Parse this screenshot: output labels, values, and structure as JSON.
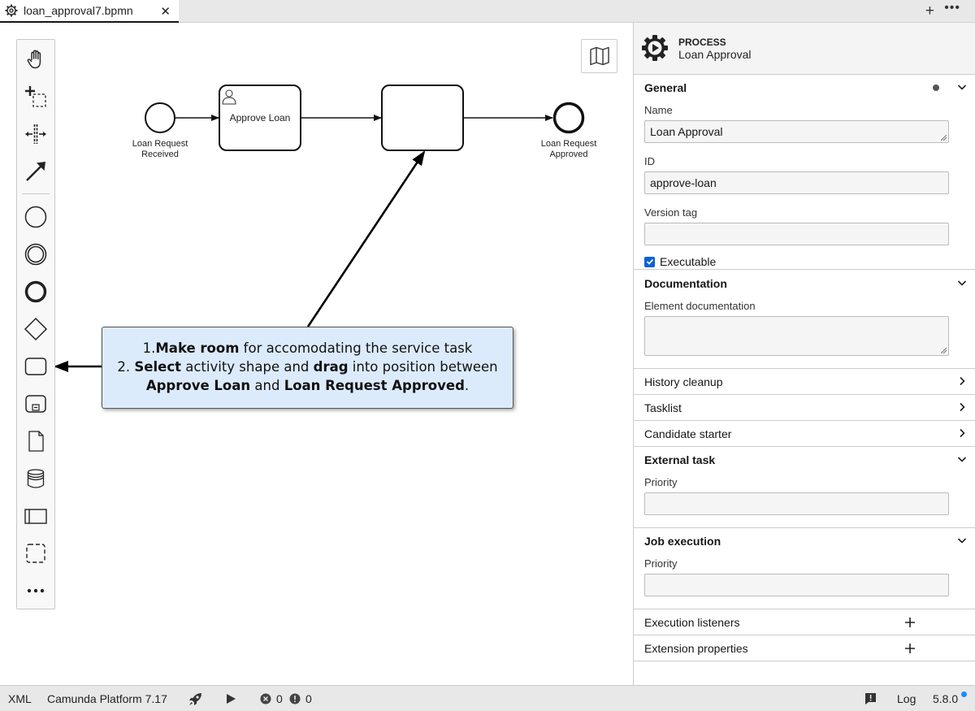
{
  "tab": {
    "filename": "loan_approval7.bpmn",
    "close_symbol": "✕"
  },
  "tabbar": {
    "new_tab_symbol": "+",
    "more_symbol": "•••"
  },
  "diagram": {
    "start_event_label_line1": "Loan Request",
    "start_event_label_line2": "Received",
    "user_task_label": "Approve Loan",
    "end_event_label_line1": "Loan Request",
    "end_event_label_line2": "Approved"
  },
  "callout": {
    "line1_prefix": "1.",
    "line1_bold": "Make room",
    "line1_rest": " for accomodating the service task",
    "line2_prefix": "2. ",
    "line2_bold1": "Select",
    "line2_mid": " activity shape and ",
    "line2_bold2": "drag",
    "line2_rest": " into position between",
    "line3_bold1": "Approve Loan",
    "line3_mid": " and ",
    "line3_bold2": "Loan Request Approved",
    "line3_end": "."
  },
  "properties": {
    "element_type": "PROCESS",
    "element_name": "Loan Approval",
    "general": {
      "title": "General",
      "name_label": "Name",
      "name_value": "Loan Approval",
      "id_label": "ID",
      "id_value": "approve-loan",
      "version_tag_label": "Version tag",
      "version_tag_value": "",
      "executable_label": "Executable"
    },
    "documentation": {
      "title": "Documentation",
      "element_documentation_label": "Element documentation"
    },
    "history_cleanup": "History cleanup",
    "tasklist": "Tasklist",
    "candidate_starter": "Candidate starter",
    "external_task": {
      "title": "External task",
      "priority_label": "Priority"
    },
    "job_execution": {
      "title": "Job execution",
      "priority_label": "Priority"
    },
    "execution_listeners": "Execution listeners",
    "extension_properties": "Extension properties"
  },
  "statusbar": {
    "xml": "XML",
    "platform": "Camunda Platform 7.17",
    "errors": "0",
    "warnings": "0",
    "log": "Log",
    "version": "5.8.0"
  },
  "colors": {
    "accent": "#0b61d8",
    "callout_bg": "#dcebfb",
    "version_dot": "#1a8cff"
  }
}
